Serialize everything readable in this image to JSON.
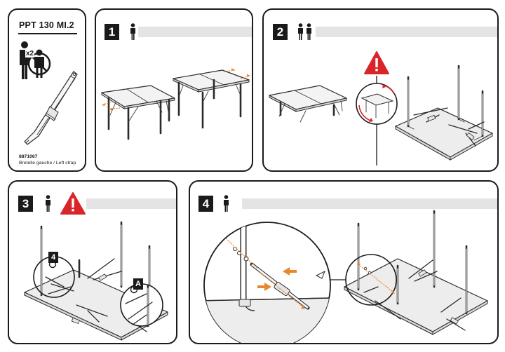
{
  "product": {
    "model": "PPT 130 MI.2",
    "part_number": "8871067",
    "part_name": "Bretelle gauche / Left strap",
    "quantity": "x2"
  },
  "steps": [
    {
      "number": "1",
      "persons": 1,
      "warning": false
    },
    {
      "number": "2",
      "persons": 2,
      "warning": true
    },
    {
      "number": "3",
      "persons": 1,
      "warning": true
    },
    {
      "number": "4",
      "persons": 1,
      "warning": false
    }
  ],
  "callouts": {
    "step3_left": "4",
    "step3_right": "A"
  },
  "icons": {
    "person": "person-icon",
    "warning": "warning-triangle-icon",
    "no_children": "no-children-icon"
  },
  "colors": {
    "accent_orange": "#e8872c",
    "warning_red": "#d9252a",
    "ink": "#1a1a1a",
    "header_bar": "#e4e4e4"
  }
}
